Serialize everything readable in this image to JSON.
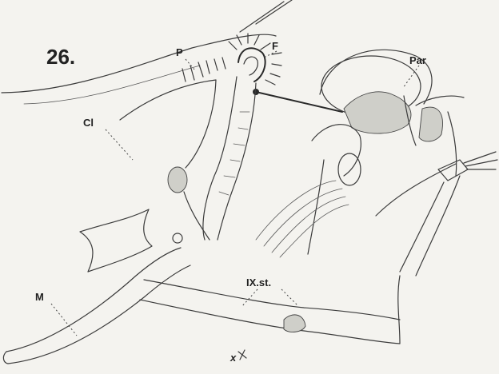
{
  "figure": {
    "number": "26.",
    "labels": {
      "P": "P",
      "F": "F",
      "Par": "Par",
      "Cl": "Cl",
      "M": "M",
      "IXst": "IX.st.",
      "x": "x"
    }
  }
}
